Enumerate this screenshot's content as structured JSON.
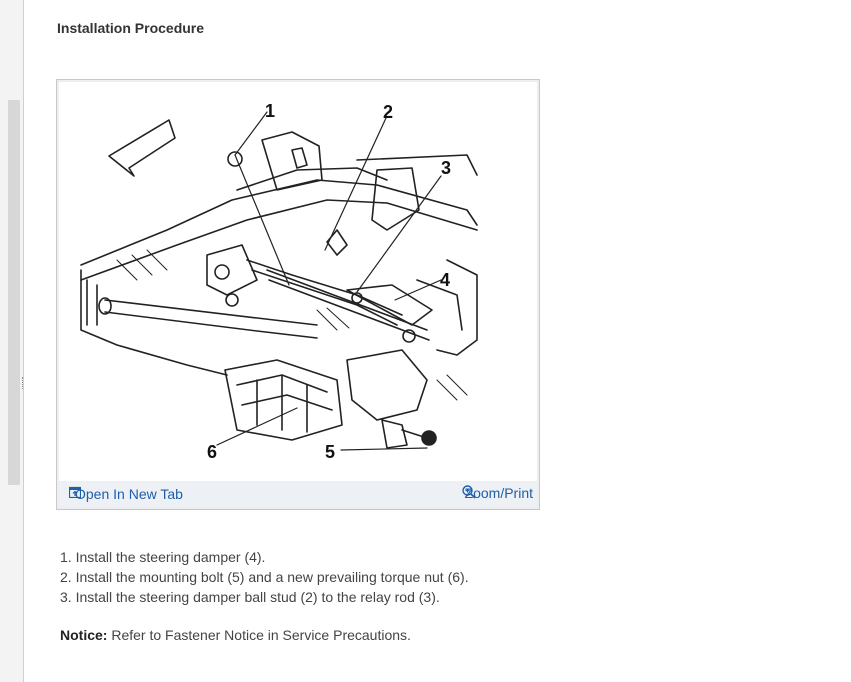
{
  "heading": "Installation Procedure",
  "figure": {
    "callouts": [
      "1",
      "2",
      "3",
      "4",
      "5",
      "6"
    ],
    "open_new_tab": "Open In New Tab",
    "zoom_print": "Zoom/Print",
    "link_color": "#1f5ea8",
    "icons": [
      "open-new-tab-icon",
      "zoom-icon"
    ]
  },
  "steps": [
    {
      "num": "1.",
      "text": "Install the steering damper (4)."
    },
    {
      "num": "2.",
      "text": "Install the mounting bolt (5) and a new prevailing torque nut (6)."
    },
    {
      "num": "3.",
      "text": "Install the steering damper ball stud (2) to the relay rod (3)."
    }
  ],
  "notice": {
    "label": "Notice:",
    "text": "Refer to Fastener Notice in Service Precautions."
  }
}
